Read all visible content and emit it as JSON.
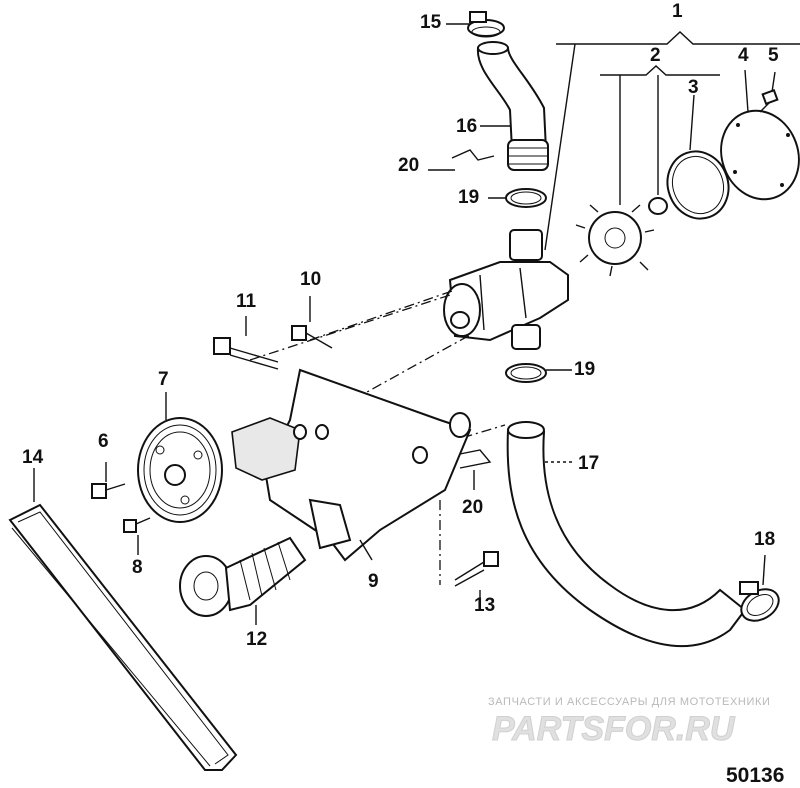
{
  "callouts": {
    "c1": "1",
    "c2": "2",
    "c3": "3",
    "c4": "4",
    "c5": "5",
    "c6": "6",
    "c7": "7",
    "c8": "8",
    "c9": "9",
    "c10": "10",
    "c11": "11",
    "c12": "12",
    "c13": "13",
    "c14": "14",
    "c15": "15",
    "c16": "16",
    "c17": "17",
    "c18": "18",
    "c19a": "19",
    "c19b": "19",
    "c20a": "20",
    "c20b": "20"
  },
  "watermark": {
    "tagline": "ЗАПЧАСТИ И АКСЕССУАРЫ ДЛЯ МОТОТЕХНИКИ",
    "logo": "PARTSFOR.RU",
    "logo_color": "#e0e0e0"
  },
  "figure_number": "50136"
}
